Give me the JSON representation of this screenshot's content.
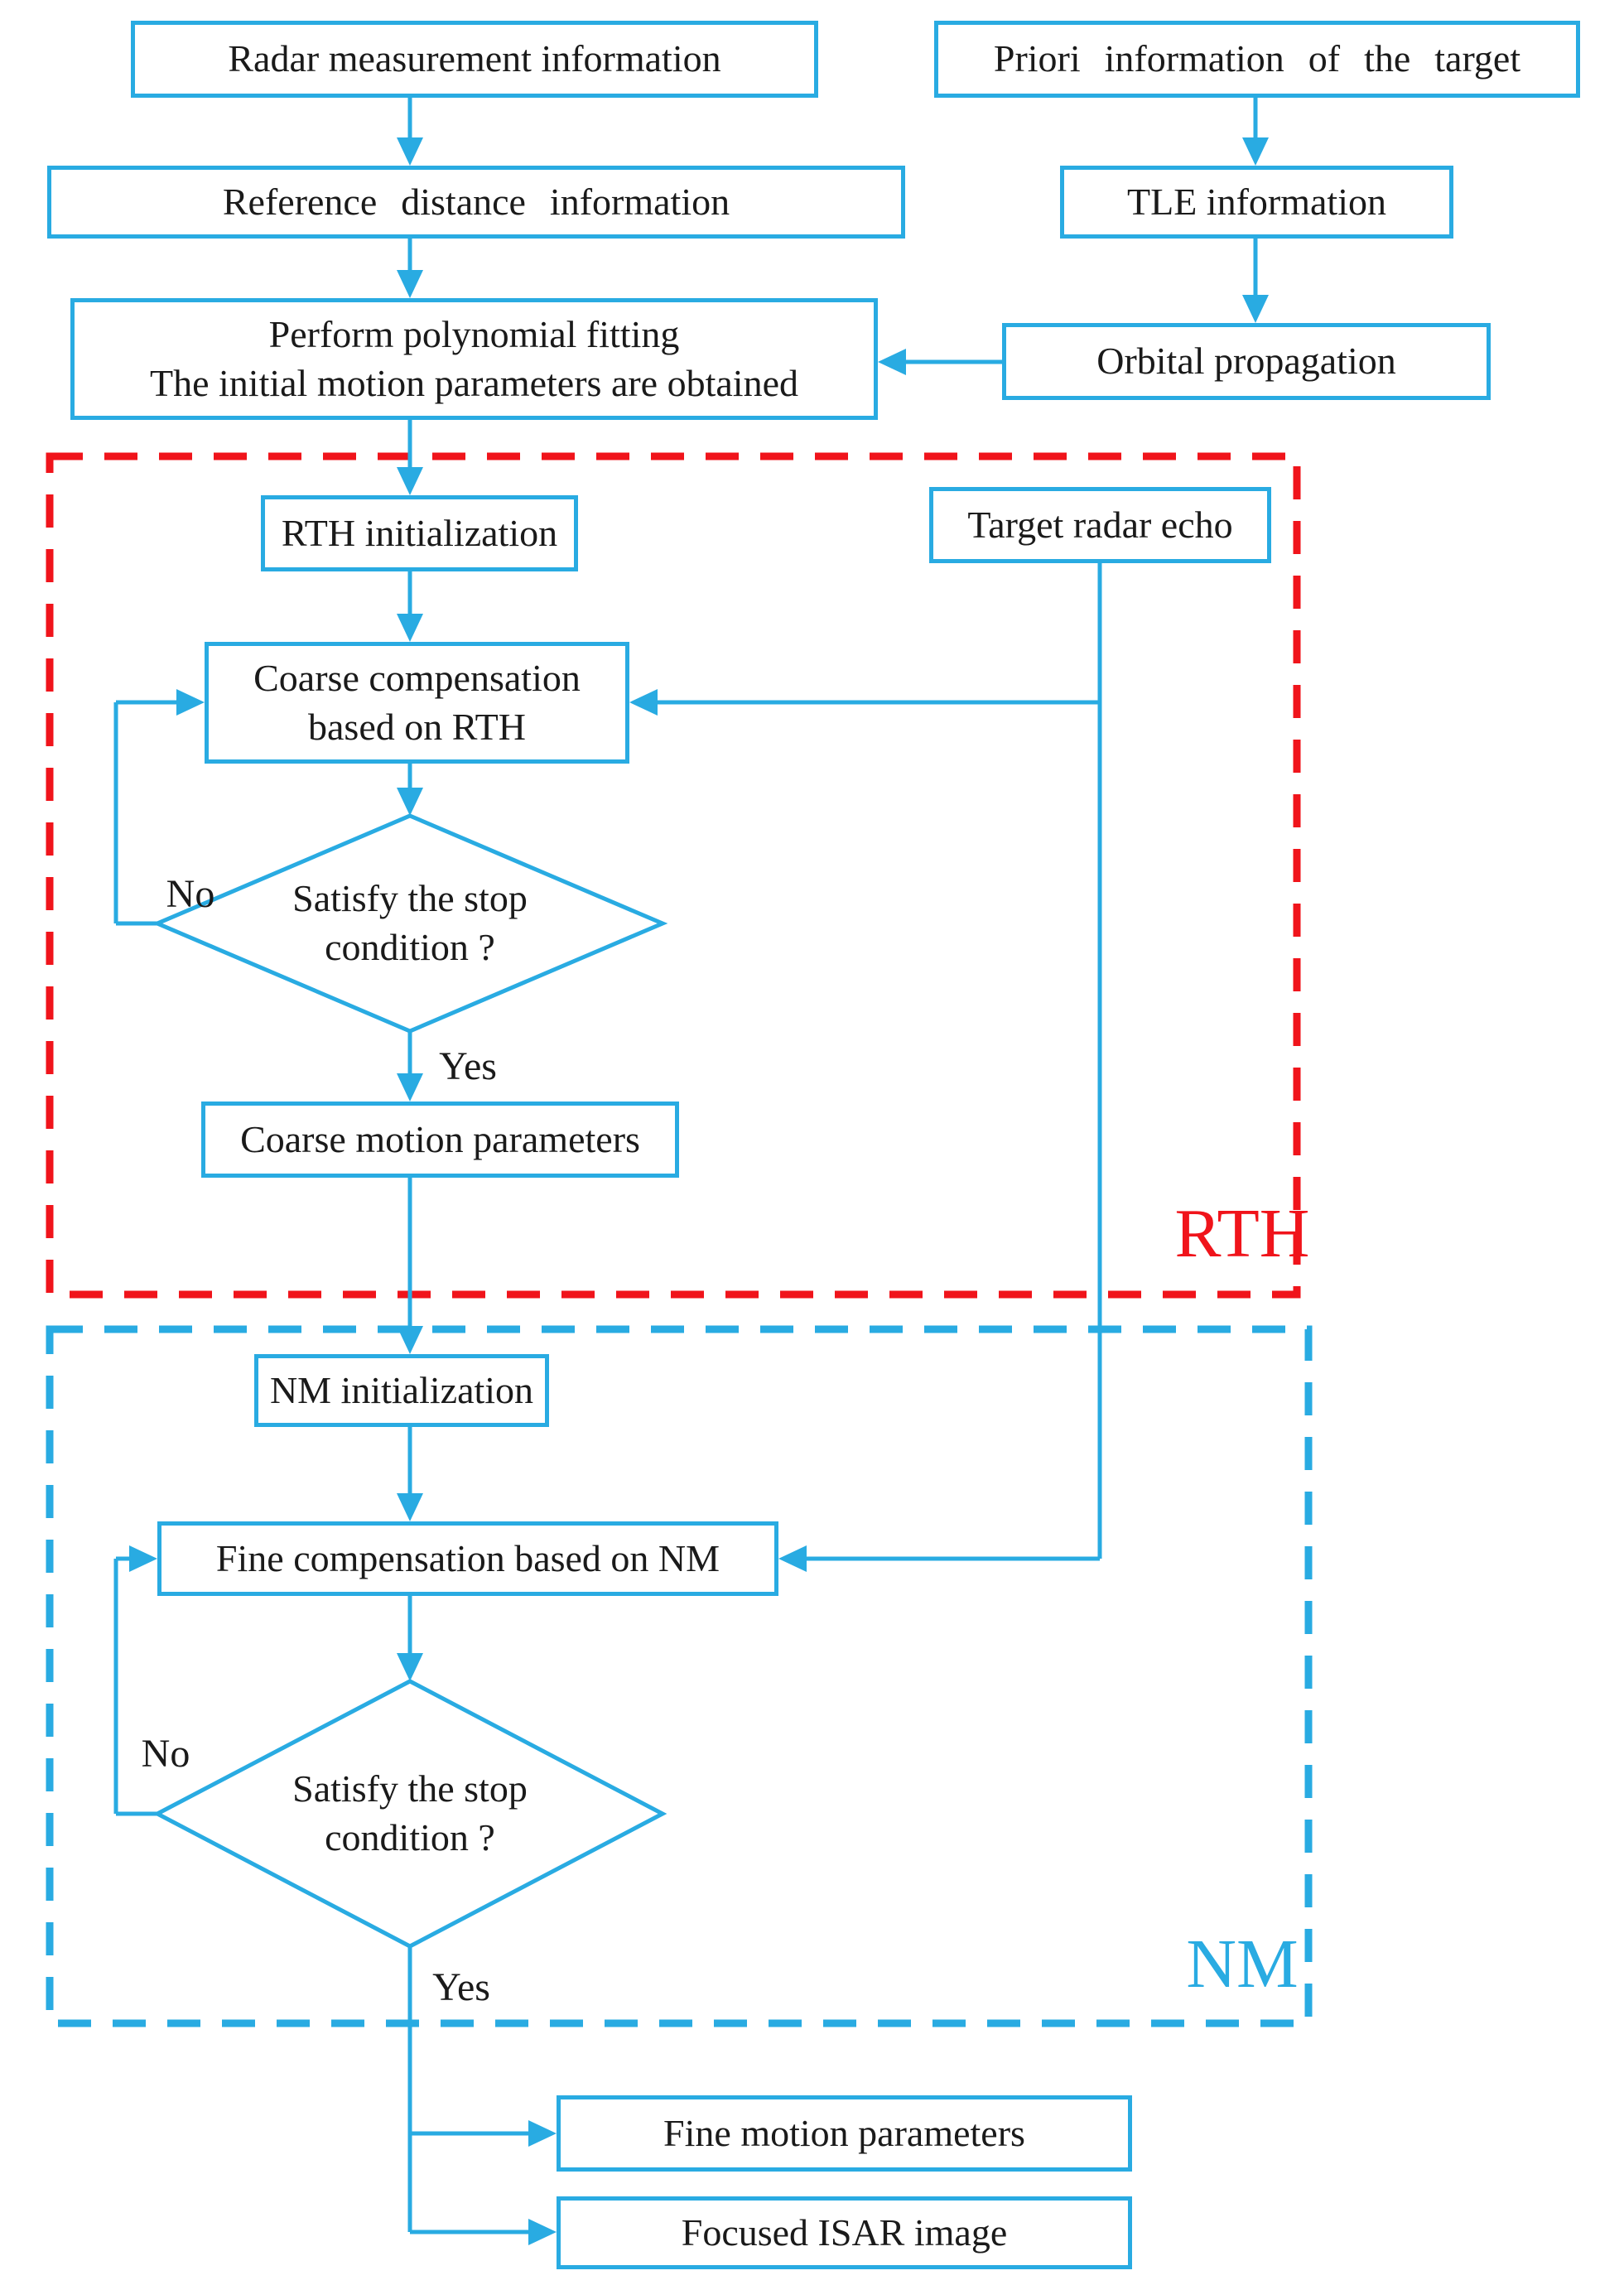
{
  "figure": {
    "type": "flowchart",
    "description": "ISAR motion compensation flowchart with RTH coarse-compensation stage and NM fine-compensation stage"
  },
  "colors": {
    "accent_cyan": "#29ABE2",
    "accent_red": "#F0141B",
    "text": "#1a1a1a",
    "background": "#ffffff"
  },
  "nodes": {
    "radar_measurement": "Radar measurement information",
    "priori_information": "Priori information of the target",
    "reference_distance": "Reference distance information",
    "tle_information": "TLE information",
    "polynomial_fitting": "Perform polynomial fitting\nThe initial motion parameters are obtained",
    "orbital_propagation": "Orbital propagation",
    "rth_initialization": "RTH initialization",
    "target_radar_echo": "Target radar echo",
    "coarse_compensation": "Coarse compensation\nbased on RTH",
    "rth_stop_condition": "Satisfy the stop\ncondition ?",
    "coarse_motion_parameters": "Coarse motion parameters",
    "nm_initialization": "NM initialization",
    "fine_compensation": "Fine compensation based on NM",
    "nm_stop_condition": "Satisfy the stop\ncondition ?",
    "fine_motion_parameters": "Fine motion parameters",
    "focused_isar_image": "Focused ISAR image"
  },
  "edge_labels": {
    "rth_no": "No",
    "rth_yes": "Yes",
    "nm_no": "No",
    "nm_yes": "Yes"
  },
  "regions": {
    "rth": "RTH",
    "nm": "NM"
  }
}
